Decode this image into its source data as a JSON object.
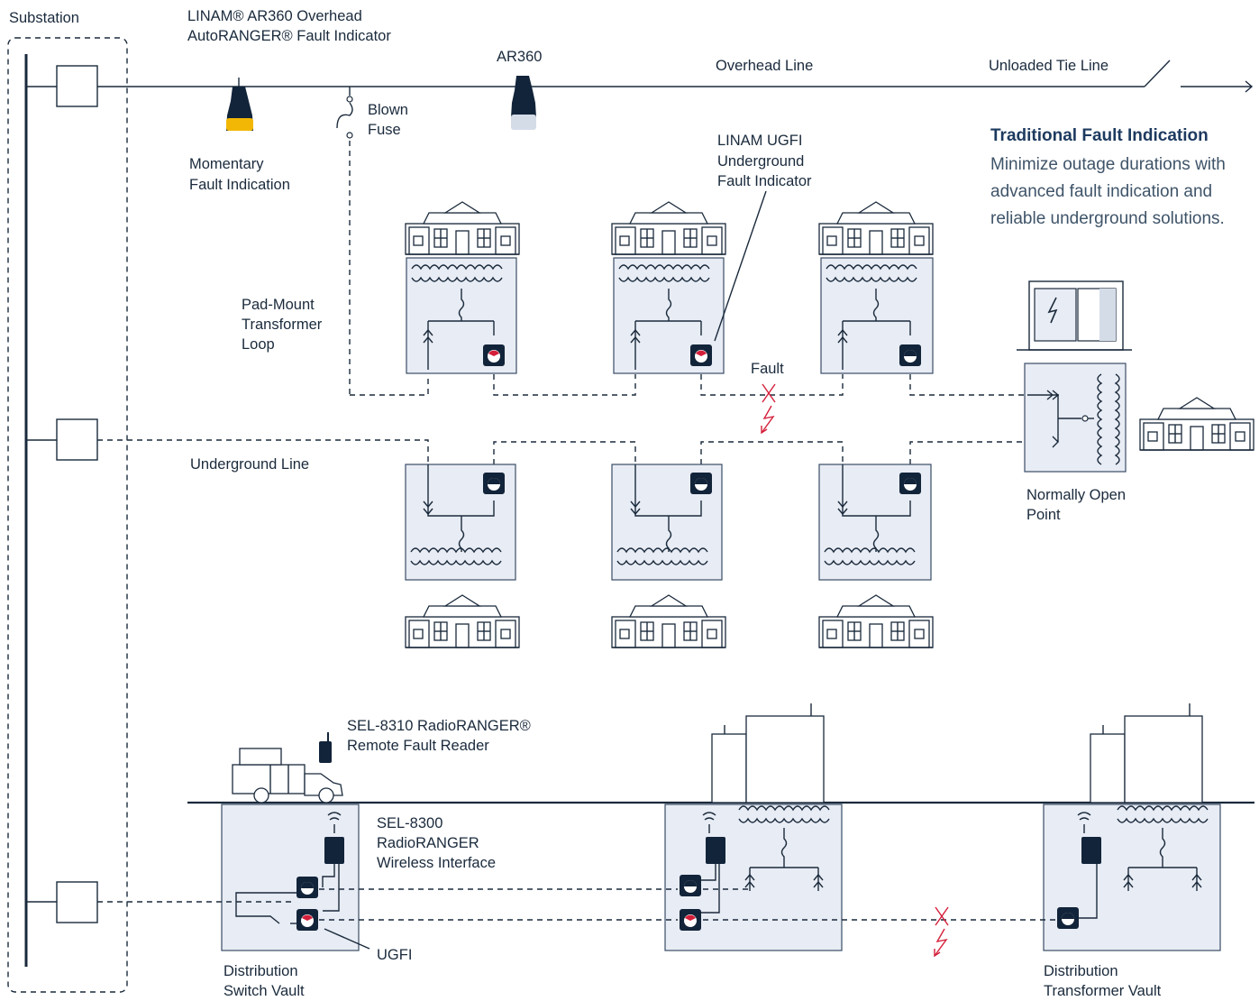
{
  "labels": {
    "substation": "Substation",
    "ar360_overhead": [
      "LINAM® AR360 Overhead",
      "AutoRANGER® Fault Indicator"
    ],
    "ar360": "AR360",
    "overhead_line": "Overhead Line",
    "unloaded_tie_line": "Unloaded Tie Line",
    "momentary": [
      "Momentary",
      "Fault Indication"
    ],
    "blown_fuse": [
      "Blown",
      "Fuse"
    ],
    "ugfi_callout": [
      "LINAM UGFI",
      "Underground",
      "Fault Indicator"
    ],
    "pad_mount": [
      "Pad-Mount",
      "Transformer",
      "Loop"
    ],
    "fault_top": "Fault",
    "underground_line": "Underground Line",
    "normally_open": [
      "Normally Open",
      "Point"
    ],
    "radioranger_reader": [
      "SEL-8310 RadioRANGER®",
      "Remote Fault Reader"
    ],
    "radioranger_interface": [
      "SEL-8300",
      "RadioRANGER",
      "Wireless Interface"
    ],
    "ugfi": "UGFI",
    "dist_switch_vault": [
      "Distribution",
      "Switch Vault"
    ],
    "dist_transformer_vault": [
      "Distribution",
      "Transformer Vault"
    ]
  },
  "info": {
    "title": "Traditional Fault Indication",
    "desc": [
      "Minimize outage durations with",
      "advanced fault indication and",
      "reliable underground solutions."
    ]
  },
  "colors": {
    "line": "#1a2a3c",
    "box_fill": "#e8ecf4",
    "indicator_yellow": "#f2b705",
    "indicator_red": "#d41f3a",
    "title": "#1d3a5f"
  },
  "icons": [
    "house-icon",
    "pad-mount-transformer-icon",
    "ugfi-indicator-icon",
    "fault-lightning-icon",
    "truck-icon",
    "building-icon",
    "cabinet-icon",
    "radio-icon"
  ]
}
